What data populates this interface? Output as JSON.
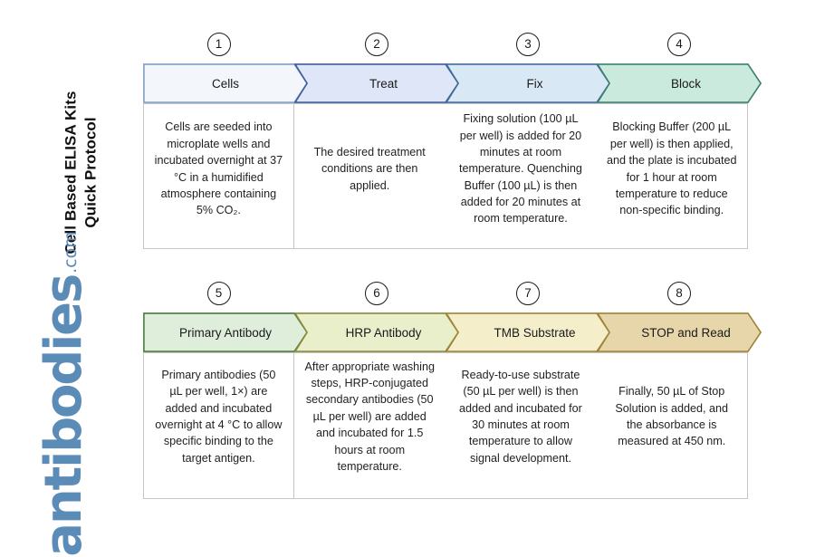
{
  "page": {
    "title_line1": "Cell Based ELISA Kits",
    "title_line2": "Quick Protocol",
    "logo_word": "antibodies",
    "logo_suffix": ".com",
    "logo_color": "#5b8cb8",
    "background": "#ffffff"
  },
  "rows": [
    {
      "id": "row-1",
      "steps": [
        {
          "number": "1",
          "label": "Cells",
          "fill": "#f3f7fc",
          "stroke": "#7f9fc4",
          "body": "Cells are seeded into microplate wells and incubated overnight at 37 °C in a humidified atmosphere containing 5% CO₂."
        },
        {
          "number": "2",
          "label": "Treat",
          "fill": "#dfe6f7",
          "stroke": "#3f5c9a",
          "body": "The desired treatment conditions are then applied."
        },
        {
          "number": "3",
          "label": "Fix",
          "fill": "#d9e8f5",
          "stroke": "#3f6d96",
          "body": "Fixing solution (100 µL per well) is added for 20 minutes at room temperature. Quenching Buffer (100 µL) is then added for 20 minutes at room temperature."
        },
        {
          "number": "4",
          "label": "Block",
          "fill": "#caeade",
          "stroke": "#3d7f73",
          "body": "Blocking Buffer (200 µL per well) is then applied, and the plate is incubated for 1 hour at room temperature to reduce non-specific binding."
        }
      ]
    },
    {
      "id": "row-2",
      "steps": [
        {
          "number": "5",
          "label": "Primary Antibody",
          "fill": "#dfeedb",
          "stroke": "#4a7c3f",
          "body": "Primary antibodies (50 µL per well, 1×) are added and incubated overnight at 4 °C to allow specific binding to the target antigen."
        },
        {
          "number": "6",
          "label": "HRP Antibody",
          "fill": "#e9efcb",
          "stroke": "#8a8a3c",
          "body": "After appropriate washing steps, HRP-conjugated secondary antibodies (50 µL per well) are added and incubated for 1.5 hours at room temperature."
        },
        {
          "number": "7",
          "label": "TMB Substrate",
          "fill": "#f4eecb",
          "stroke": "#a08437",
          "body": "Ready-to-use substrate (50 µL per well) is then added and incubated for 30 minutes at room temperature to allow signal development."
        },
        {
          "number": "8",
          "label": "STOP and Read",
          "fill": "#e8d6ab",
          "stroke": "#a08437",
          "body": "Finally, 50 µL of Stop Solution is added, and the absorbance is measured at 450 nm."
        }
      ]
    }
  ]
}
